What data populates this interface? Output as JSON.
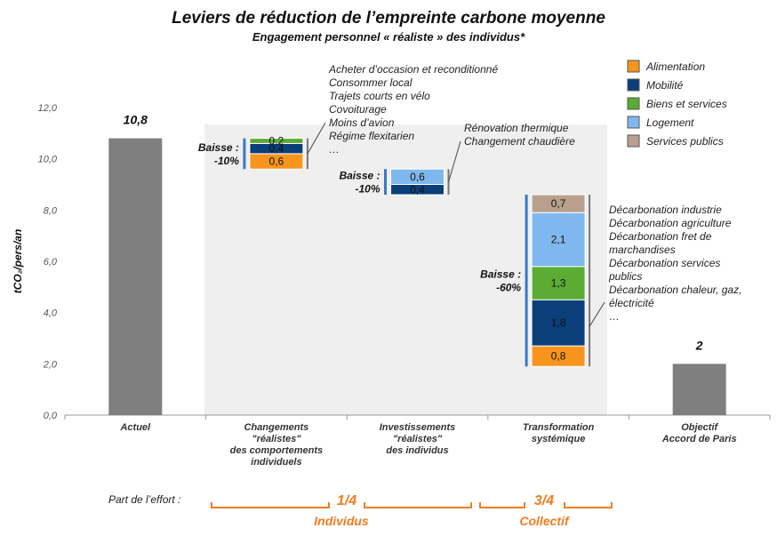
{
  "title": "Leviers de réduction de l’empreinte carbone moyenne",
  "subtitle": "Engagement personnel « réaliste » des individus*",
  "effort_label": "Part de l’effort :",
  "effort_groups": [
    {
      "fraction": "1/4",
      "label": "Individus"
    },
    {
      "fraction": "3/4",
      "label": "Collectif"
    }
  ],
  "colors": {
    "Alimentation": "#f7941d",
    "Mobilité": "#0b3f7a",
    "Biens et services": "#5bab34",
    "Logement": "#7fb8ee",
    "Services publics": "#b9a08e",
    "total_bar": "#7f7f7f",
    "accent": "#f07c20"
  },
  "chart_data": {
    "type": "bar",
    "subtype": "waterfall",
    "title": "Leviers de réduction de l’empreinte carbone moyenne",
    "subtitle": "Engagement personnel « réaliste » des individus*",
    "ylabel": "tCO₂/pers/an",
    "ylim": [
      0,
      12
    ],
    "yticks": [
      "0,0",
      "2,0",
      "4,0",
      "6,0",
      "8,0",
      "10,0",
      "12,0"
    ],
    "grid": false,
    "legend_position": "top-right",
    "legend": [
      "Alimentation",
      "Mobilité",
      "Biens et services",
      "Logement",
      "Services publics"
    ],
    "categories": [
      [
        "Actuel"
      ],
      [
        "Changements",
        "\"réalistes\"",
        "des comportements",
        "individuels"
      ],
      [
        "Investissements",
        "\"réalistes\"",
        "des individus"
      ],
      [
        "Transformation",
        "systémique"
      ],
      [
        "Objectif",
        "Accord de Paris"
      ]
    ],
    "bars": [
      {
        "kind": "total",
        "value": 10.8,
        "label": "10,8"
      },
      {
        "kind": "reduction",
        "baisse_label": [
          "Baisse :",
          "-10%"
        ],
        "segments": [
          {
            "series": "Alimentation",
            "value": 0.6,
            "label": "0,6"
          },
          {
            "series": "Mobilité",
            "value": 0.4,
            "label": "0,4"
          },
          {
            "series": "Biens et services",
            "value": 0.2,
            "label": "0,2"
          }
        ],
        "annotations": [
          "Acheter d’occasion et reconditionné",
          "Consommer local",
          "Trajets courts en vélo",
          "Covoiturage",
          "Moins d’avion",
          "Régime flexitarien",
          "…"
        ]
      },
      {
        "kind": "reduction",
        "baisse_label": [
          "Baisse :",
          "-10%"
        ],
        "segments": [
          {
            "series": "Mobilité",
            "value": 0.4,
            "label": "0,4"
          },
          {
            "series": "Logement",
            "value": 0.6,
            "label": "0,6"
          }
        ],
        "annotations": [
          "Rénovation thermique",
          "Changement chaudière"
        ]
      },
      {
        "kind": "reduction",
        "baisse_label": [
          "Baisse :",
          "-60%"
        ],
        "segments": [
          {
            "series": "Alimentation",
            "value": 0.8,
            "label": "0,8"
          },
          {
            "series": "Mobilité",
            "value": 1.8,
            "label": "1,8"
          },
          {
            "series": "Biens et services",
            "value": 1.3,
            "label": "1,3"
          },
          {
            "series": "Logement",
            "value": 2.1,
            "label": "2,1"
          },
          {
            "series": "Services publics",
            "value": 0.7,
            "label": "0,7"
          }
        ],
        "annotations": [
          "Décarbonation industrie",
          "Décarbonation agriculture",
          "Décarbonation fret de",
          "marchandises",
          "Décarbonation services",
          "publics",
          "Décarbonation chaleur, gaz,",
          "électricité",
          "…"
        ]
      },
      {
        "kind": "total",
        "value": 2,
        "label": "2"
      }
    ]
  }
}
